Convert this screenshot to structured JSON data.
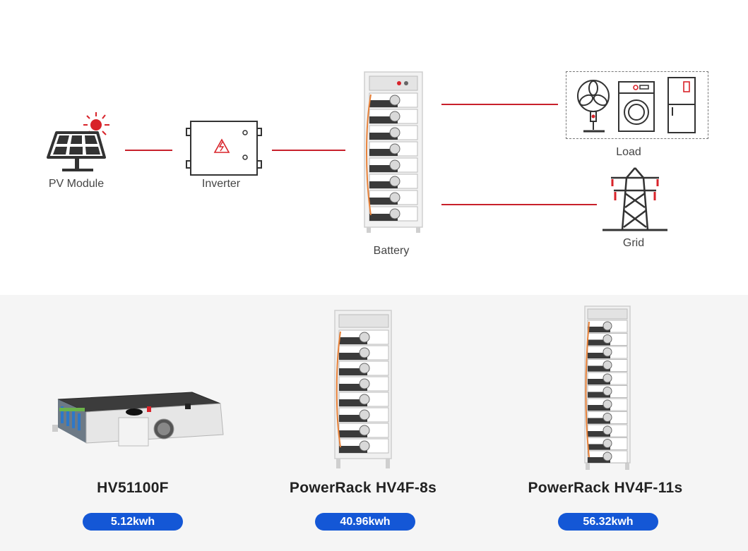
{
  "diagram": {
    "nodes": {
      "pv_module": "PV Module",
      "inverter": "Inverter",
      "battery": "Battery",
      "load": "Load",
      "grid": "Grid"
    }
  },
  "products": [
    {
      "name": "HV51100F",
      "capacity": "5.12kwh"
    },
    {
      "name": "PowerRack HV4F-8s",
      "capacity": "40.96kwh"
    },
    {
      "name": "PowerRack HV4F-11s",
      "capacity": "56.32kwh"
    }
  ],
  "colors": {
    "wire": "#c8202b",
    "badge": "#1457d6",
    "icon_stroke": "#333333",
    "accent_red": "#d8232a"
  }
}
